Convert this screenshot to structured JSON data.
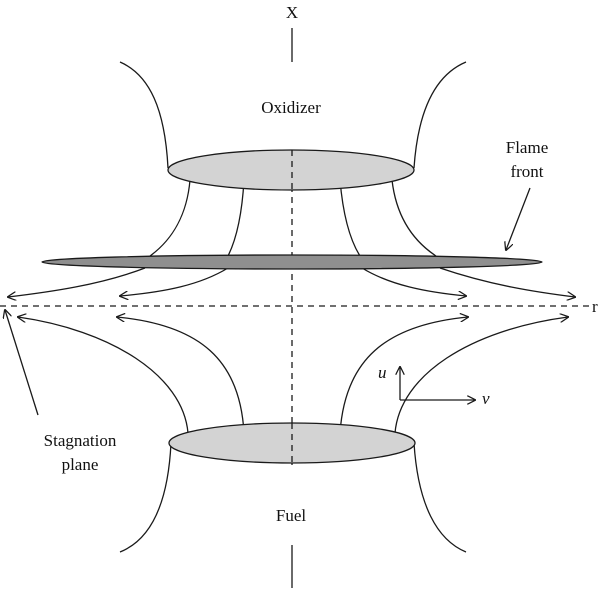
{
  "labels": {
    "x_axis": "X",
    "r_axis": "r",
    "oxidizer": "Oxidizer",
    "fuel": "Fuel",
    "flame_front_line1": "Flame",
    "flame_front_line2": "front",
    "stagnation_line1": "Stagnation",
    "stagnation_line2": "plane",
    "u": "u",
    "v": "v"
  },
  "colors": {
    "nozzle_fill": "#d3d3d3",
    "flame_fill": "#8f8f8f",
    "stroke": "#1a1a1a"
  }
}
